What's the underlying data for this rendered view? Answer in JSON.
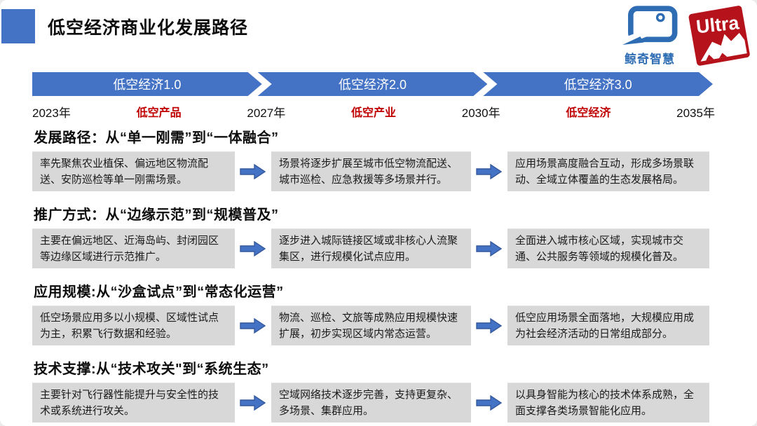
{
  "header": {
    "title": "低空经济商业化发展路径",
    "logos": {
      "whale": {
        "text": "鲸奇智慧"
      },
      "ultra": {
        "text": "Ultra"
      }
    }
  },
  "timeline": {
    "stages": [
      "低空经济1.0",
      "低空经济2.0",
      "低空经济3.0"
    ],
    "markers": [
      {
        "label": "2023年",
        "type": "year"
      },
      {
        "label": "低空产品",
        "type": "phase"
      },
      {
        "label": "2027年",
        "type": "year"
      },
      {
        "label": "低空产业",
        "type": "phase"
      },
      {
        "label": "2030年",
        "type": "year"
      },
      {
        "label": "低空经济",
        "type": "phase"
      },
      {
        "label": "2035年",
        "type": "year"
      }
    ]
  },
  "sections": [
    {
      "heading": "发展路径：从“单一刚需”到“一体融合”",
      "boxes": [
        "率先聚焦农业植保、偏远地区物流配送、安防巡检等单一刚需场景。",
        "场景将逐步扩展至城市低空物流配送、城市巡检、应急救援等多场景并行。",
        "应用场景高度融合互动，形成多场景联动、全域立体覆盖的生态发展格局。"
      ]
    },
    {
      "heading": "推广方式：从“边缘示范”到“规模普及”",
      "boxes": [
        "主要在偏远地区、近海岛屿、封闭园区等边缘区域进行示范推广。",
        "逐步进入城际链接区域或非核心人流聚集区，进行规模化试点应用。",
        "全面进入城市核心区域，实现城市交通、公共服务等领域的规模化普及。"
      ]
    },
    {
      "heading": "应用规模:从“沙盒试点”到“常态化运营”",
      "boxes": [
        "低空场景应用多以小规模、区域性试点为主，积累飞行数据和经验。",
        "物流、巡检、文旅等成熟应用规模快速扩展，初步实现区域内常态运营。",
        "低空应用场景全面落地，大规模应用成为社会经济活动的日常组成部分。"
      ]
    },
    {
      "heading": "技术支撑:从“技术攻关\"到“系统生态”",
      "boxes": [
        "主要针对飞行器性能提升与安全性的技术或系统进行攻关。",
        "空域网络技术逐步完善，支持更复杂、多场景、集群应用。",
        "以具身智能为核心的技术体系成熟，全面支撑各类场景智能化应用。"
      ]
    }
  ],
  "colors": {
    "accent_blue": "#4472C4",
    "accent_red": "#C00000",
    "box_gray": "#D8D8D8",
    "logo_blue": "#2E6DB4",
    "logo_red": "#B5121B"
  }
}
